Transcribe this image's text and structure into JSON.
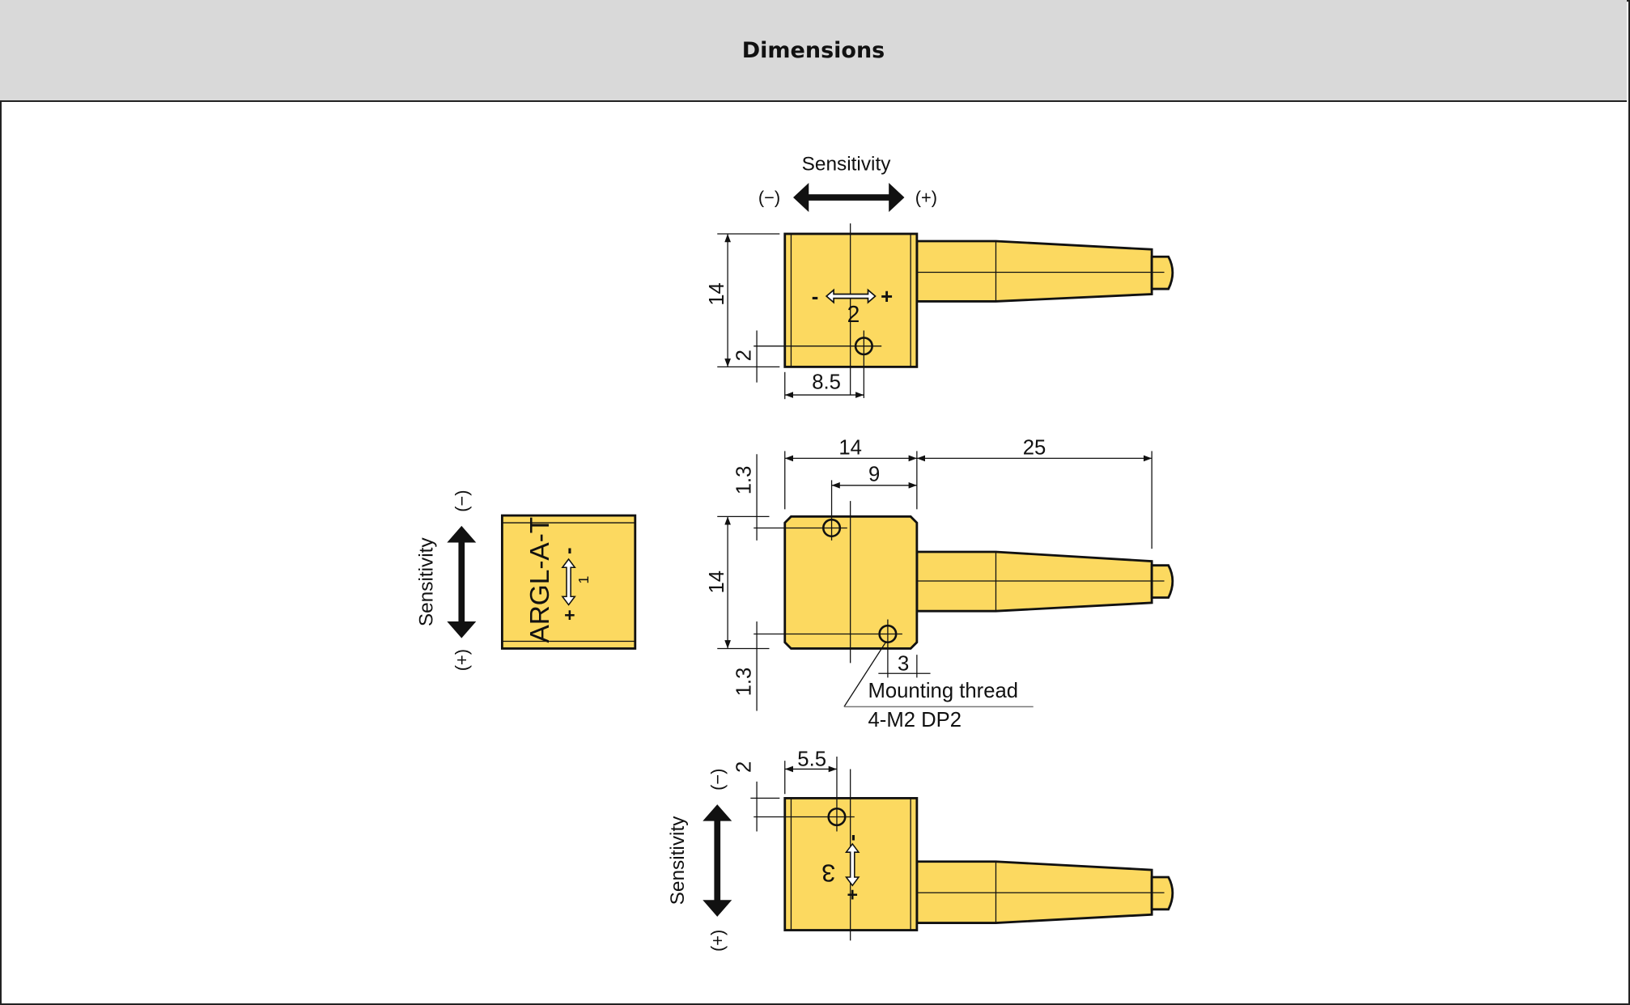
{
  "header": {
    "title": "Dimensions"
  },
  "colors": {
    "body": "#fcd960",
    "header_bg": "#d9d9d9"
  },
  "top_view": {
    "sensitivity": "Sensitivity",
    "minus": "(−)",
    "plus": "(+)",
    "dim_height": "14",
    "dim_hole_y": "2",
    "dim_hole_x": "8.5",
    "adjust_label": "2",
    "adj_minus": "-",
    "adj_plus": "+"
  },
  "side_view": {
    "sensitivity": "Sensitivity",
    "minus": "(−)",
    "plus": "(+)",
    "model": "ARGL-A-T",
    "adjust_label": "1",
    "adj_minus": "-",
    "adj_plus": "+"
  },
  "front_view": {
    "dim_body_width": "14",
    "dim_cable_length": "25",
    "dim_hole_x": "9",
    "dim_height": "14",
    "dim_edge_top": "1.3",
    "dim_edge_bottom": "1.3",
    "dim_hole_offset": "3",
    "thread_label": "Mounting thread",
    "thread_spec": "4-M2 DP2"
  },
  "bottom_view": {
    "sensitivity": "Sensitivity",
    "minus": "(−)",
    "plus": "(+)",
    "dim_hole_x": "5.5",
    "dim_hole_y": "2",
    "adjust_label": "3",
    "adj_minus": "-",
    "adj_plus": "+"
  }
}
